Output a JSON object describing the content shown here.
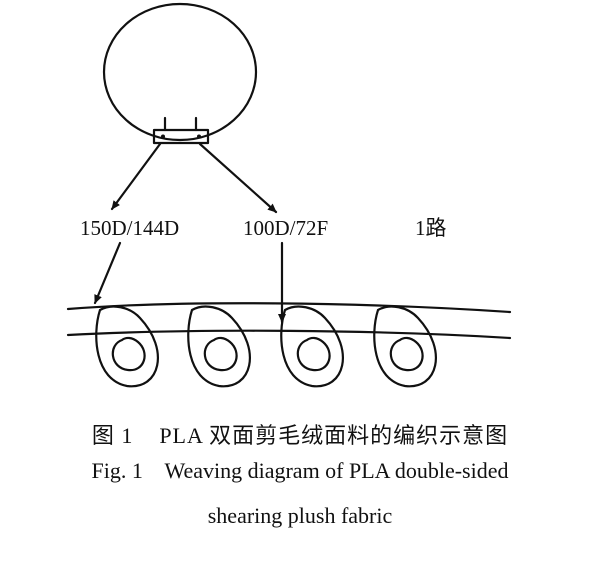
{
  "labels": {
    "yarn_left": "150D/144D",
    "yarn_right": "100D/72F",
    "feed": "1路"
  },
  "caption": {
    "chinese": "图 1    PLA 双面剪毛绒面料的编织示意图",
    "english_line1": "Fig. 1    Weaving diagram of PLA double-sided",
    "english_line2": "shearing plush fabric"
  },
  "colors": {
    "ink": "#111111",
    "background": "#ffffff"
  }
}
